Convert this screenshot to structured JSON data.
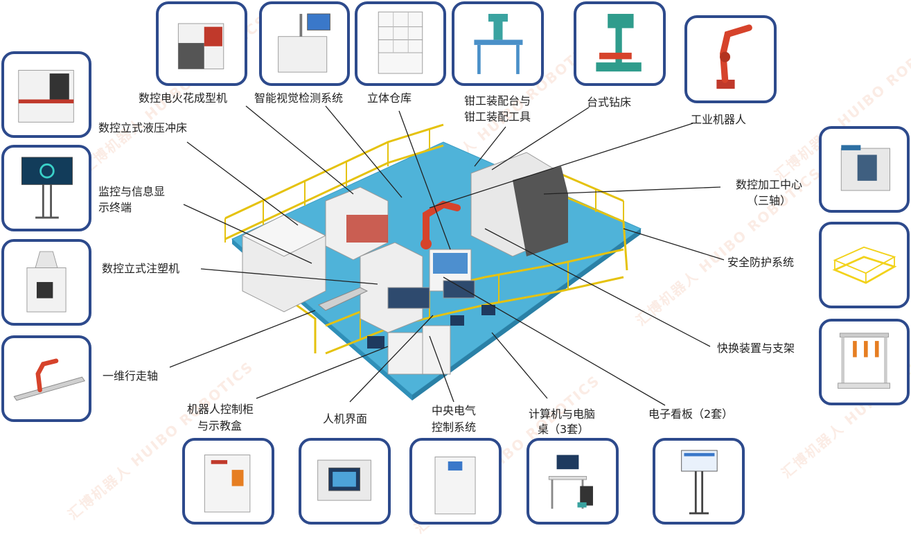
{
  "labels": {
    "edm": "数控电火花成型机",
    "vision": "智能视觉检测系统",
    "warehouse": "立体仓库",
    "fitter_1": "钳工装配台与",
    "fitter_2": "钳工装配工具",
    "drill": "台式钻床",
    "robot": "工业机器人",
    "press": "数控立式液压冲床",
    "monitor_1": "监控与信息显",
    "monitor_2": "示终端",
    "machining_1": "数控加工中心",
    "machining_2": "（三轴）",
    "injection": "数控立式注塑机",
    "safety": "安全防护系统",
    "linear_axis": "一维行走轴",
    "quick_change": "快换装置与支架",
    "robot_cabinet_1": "机器人控制柜",
    "robot_cabinet_2": "与示教盒",
    "hmi": "人机界面",
    "central_1": "中央电气",
    "central_2": "控制系统",
    "computer_1": "计算机与电脑",
    "computer_2": "桌（3套）",
    "eboard": "电子看板（2套）"
  },
  "watermark": {
    "cn": "汇博机器人",
    "en": "HUIBO ROBOTICS"
  },
  "colors": {
    "card_border": "#2d4a8c",
    "floor": "#4fb3d9",
    "fence": "#f2d21b",
    "robot": "#d6432b",
    "machine": "#e8e8e8"
  },
  "icons": {
    "edm": "edm-machine-icon",
    "vision": "vision-inspection-icon",
    "warehouse": "warehouse-shelf-icon",
    "fitter": "fitter-bench-icon",
    "drill": "bench-drill-icon",
    "robot": "industrial-robot-icon",
    "press": "hydraulic-press-icon",
    "monitor": "display-terminal-icon",
    "injection": "injection-molding-icon",
    "linear_axis": "linear-track-icon",
    "machining": "machining-center-icon",
    "safety": "safety-fence-icon",
    "quick_change": "quick-change-rack-icon",
    "robot_cabinet": "robot-cabinet-icon",
    "hmi": "hmi-panel-icon",
    "central": "electrical-cabinet-icon",
    "computer": "computer-desk-icon",
    "eboard": "electronic-board-icon"
  }
}
